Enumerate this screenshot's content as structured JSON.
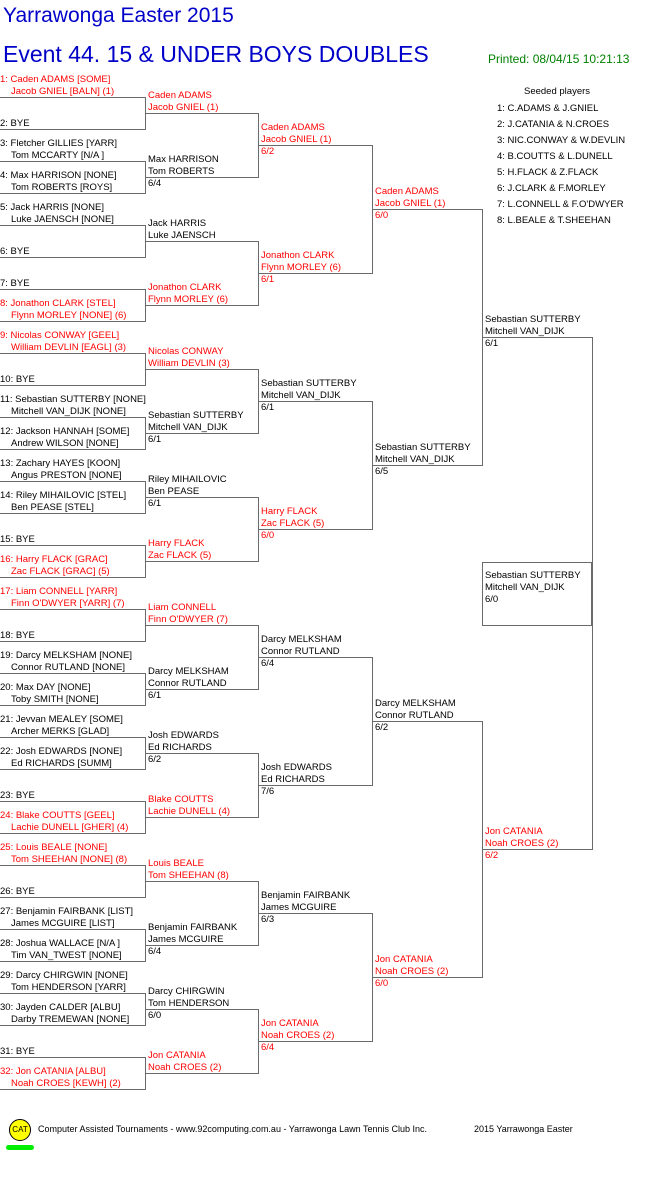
{
  "header": {
    "title": "Yarrawonga Easter 2015",
    "event": "Event 44. 15 & UNDER BOYS DOUBLES",
    "printed": "Printed: 08/04/15 10:21:13"
  },
  "colors": {
    "seed": "#ff0000",
    "title": "#0000c8",
    "printed": "#008000"
  },
  "rounds": [
    [
      {
        "l1": "1: Caden ADAMS [SOME]",
        "l2": "Jacob GNIEL [BALN] (1)",
        "seed": true
      },
      {
        "bye": "2: BYE"
      },
      {
        "l1": "3: Fletcher GILLIES [YARR]",
        "l2": "Tom MCCARTY [N/A ]"
      },
      {
        "l1": "4: Max HARRISON [NONE]",
        "l2": "Tom ROBERTS [ROYS]"
      },
      {
        "l1": "5: Jack HARRIS [NONE]",
        "l2": "Luke JAENSCH [NONE]"
      },
      {
        "bye": "6: BYE"
      },
      {
        "bye": "7: BYE"
      },
      {
        "l1": "8: Jonathon CLARK [STEL]",
        "l2": "Flynn MORLEY [NONE] (6)",
        "seed": true
      },
      {
        "l1": "9: Nicolas CONWAY [GEEL]",
        "l2": "William DEVLIN [EAGL] (3)",
        "seed": true
      },
      {
        "bye": "10: BYE"
      },
      {
        "l1": "11: Sebastian SUTTERBY [NONE]",
        "l2": "Mitchell VAN_DIJK [NONE]"
      },
      {
        "l1": "12: Jackson HANNAH [SOME]",
        "l2": "Andrew WILSON [NONE]"
      },
      {
        "l1": "13: Zachary HAYES [KOON]",
        "l2": "Angus PRESTON [NONE]"
      },
      {
        "l1": "14: Riley MIHAILOVIC [STEL]",
        "l2": "Ben PEASE [STEL]"
      },
      {
        "bye": "15: BYE"
      },
      {
        "l1": "16: Harry FLACK [GRAC]",
        "l2": "Zac FLACK [GRAC] (5)",
        "seed": true
      },
      {
        "l1": "17: Liam CONNELL [YARR]",
        "l2": "Finn O'DWYER [YARR] (7)",
        "seed": true
      },
      {
        "bye": "18: BYE"
      },
      {
        "l1": "19: Darcy MELKSHAM [NONE]",
        "l2": "Connor RUTLAND [NONE]"
      },
      {
        "l1": "20: Max DAY [NONE]",
        "l2": "Toby SMITH [NONE]"
      },
      {
        "l1": "21: Jevvan MEALEY [SOME]",
        "l2": "Archer MERKS [GLAD]"
      },
      {
        "l1": "22: Josh EDWARDS [NONE]",
        "l2": "Ed RICHARDS [SUMM]"
      },
      {
        "bye": "23: BYE"
      },
      {
        "l1": "24: Blake COUTTS [GEEL]",
        "l2": "Lachie DUNELL [GHER] (4)",
        "seed": true
      },
      {
        "l1": "25: Louis BEALE [NONE]",
        "l2": "Tom SHEEHAN [NONE] (8)",
        "seed": true
      },
      {
        "bye": "26: BYE"
      },
      {
        "l1": "27: Benjamin FAIRBANK [LIST]",
        "l2": "James MCGUIRE [LIST]"
      },
      {
        "l1": "28: Joshua WALLACE [N/A ]",
        "l2": "Tim VAN_TWEST [NONE]"
      },
      {
        "l1": "29: Darcy CHIRGWIN [NONE]",
        "l2": "Tom HENDERSON [YARR]"
      },
      {
        "l1": "30: Jayden CALDER [ALBU]",
        "l2": "Darby TREMEWAN [NONE]"
      },
      {
        "bye": "31: BYE"
      },
      {
        "l1": "32: Jon CATANIA [ALBU]",
        "l2": "Noah CROES [KEWH] (2)",
        "seed": true
      }
    ],
    [
      {
        "l1": "Caden ADAMS",
        "l2": "Jacob GNIEL (1)",
        "seed": true
      },
      {
        "l1": "Max HARRISON",
        "l2": "Tom ROBERTS",
        "score": "6/4"
      },
      {
        "l1": "Jack HARRIS",
        "l2": "Luke JAENSCH"
      },
      {
        "l1": "Jonathon CLARK",
        "l2": "Flynn MORLEY (6)",
        "seed": true
      },
      {
        "l1": "Nicolas CONWAY",
        "l2": "William DEVLIN (3)",
        "seed": true
      },
      {
        "l1": "Sebastian SUTTERBY",
        "l2": "Mitchell VAN_DIJK",
        "score": "6/1"
      },
      {
        "l1": "Riley MIHAILOVIC",
        "l2": "Ben PEASE",
        "score": "6/1"
      },
      {
        "l1": "Harry FLACK",
        "l2": "Zac FLACK (5)",
        "seed": true
      },
      {
        "l1": "Liam CONNELL",
        "l2": "Finn O'DWYER (7)",
        "seed": true
      },
      {
        "l1": "Darcy MELKSHAM",
        "l2": "Connor RUTLAND",
        "score": "6/1"
      },
      {
        "l1": "Josh EDWARDS",
        "l2": "Ed RICHARDS",
        "score": "6/2"
      },
      {
        "l1": "Blake COUTTS",
        "l2": "Lachie DUNELL (4)",
        "seed": true
      },
      {
        "l1": "Louis BEALE",
        "l2": "Tom SHEEHAN (8)",
        "seed": true
      },
      {
        "l1": "Benjamin FAIRBANK",
        "l2": "James MCGUIRE",
        "score": "6/4"
      },
      {
        "l1": "Darcy CHIRGWIN",
        "l2": "Tom HENDERSON",
        "score": "6/0"
      },
      {
        "l1": "Jon CATANIA",
        "l2": "Noah CROES (2)",
        "seed": true
      }
    ],
    [
      {
        "l1": "Caden ADAMS",
        "l2": "Jacob GNIEL (1)",
        "score": "6/2",
        "seed": true
      },
      {
        "l1": "Jonathon CLARK",
        "l2": "Flynn MORLEY (6)",
        "score": "6/1",
        "seed": true
      },
      {
        "l1": "Sebastian SUTTERBY",
        "l2": "Mitchell VAN_DIJK",
        "score": "6/1"
      },
      {
        "l1": "Harry FLACK",
        "l2": "Zac FLACK (5)",
        "score": "6/0",
        "seed": true
      },
      {
        "l1": "Darcy MELKSHAM",
        "l2": "Connor RUTLAND",
        "score": "6/4"
      },
      {
        "l1": "Josh EDWARDS",
        "l2": "Ed RICHARDS",
        "score": "7/6"
      },
      {
        "l1": "Benjamin FAIRBANK",
        "l2": "James MCGUIRE",
        "score": "6/3"
      },
      {
        "l1": "Jon CATANIA",
        "l2": "Noah CROES (2)",
        "score": "6/4",
        "seed": true
      }
    ],
    [
      {
        "l1": "Caden ADAMS",
        "l2": "Jacob GNIEL (1)",
        "score": "6/0",
        "seed": true
      },
      {
        "l1": "Sebastian SUTTERBY",
        "l2": "Mitchell VAN_DIJK",
        "score": "6/5"
      },
      {
        "l1": "Darcy MELKSHAM",
        "l2": "Connor RUTLAND",
        "score": "6/2"
      },
      {
        "l1": "Jon CATANIA",
        "l2": "Noah CROES (2)",
        "score": "6/0",
        "seed": true
      }
    ],
    [
      {
        "l1": "Sebastian SUTTERBY",
        "l2": "Mitchell VAN_DIJK",
        "score": "6/1"
      },
      {
        "l1": "Jon CATANIA",
        "l2": "Noah CROES (2)",
        "score": "6/2",
        "seed": true
      }
    ],
    [
      {
        "l1": "Sebastian SUTTERBY",
        "l2": "Mitchell VAN_DIJK",
        "score": "6/0"
      }
    ]
  ],
  "seeds": {
    "heading": "Seeded players",
    "items": [
      "1: C.ADAMS & J.GNIEL",
      "2: J.CATANIA & N.CROES",
      "3: NIC.CONWAY & W.DEVLIN",
      "4: B.COUTTS & L.DUNELL",
      "5: H.FLACK & Z.FLACK",
      "6: J.CLARK & F.MORLEY",
      "7: L.CONNELL & F.O'DWYER",
      "8: L.BEALE & T.SHEEHAN"
    ]
  },
  "footer": {
    "logo": "CAT",
    "text": "Computer Assisted Tournaments - www.92computing.com.au -  Yarrawonga Lawn Tennis Club Inc.",
    "event": "2015 Yarrawonga Easter"
  }
}
